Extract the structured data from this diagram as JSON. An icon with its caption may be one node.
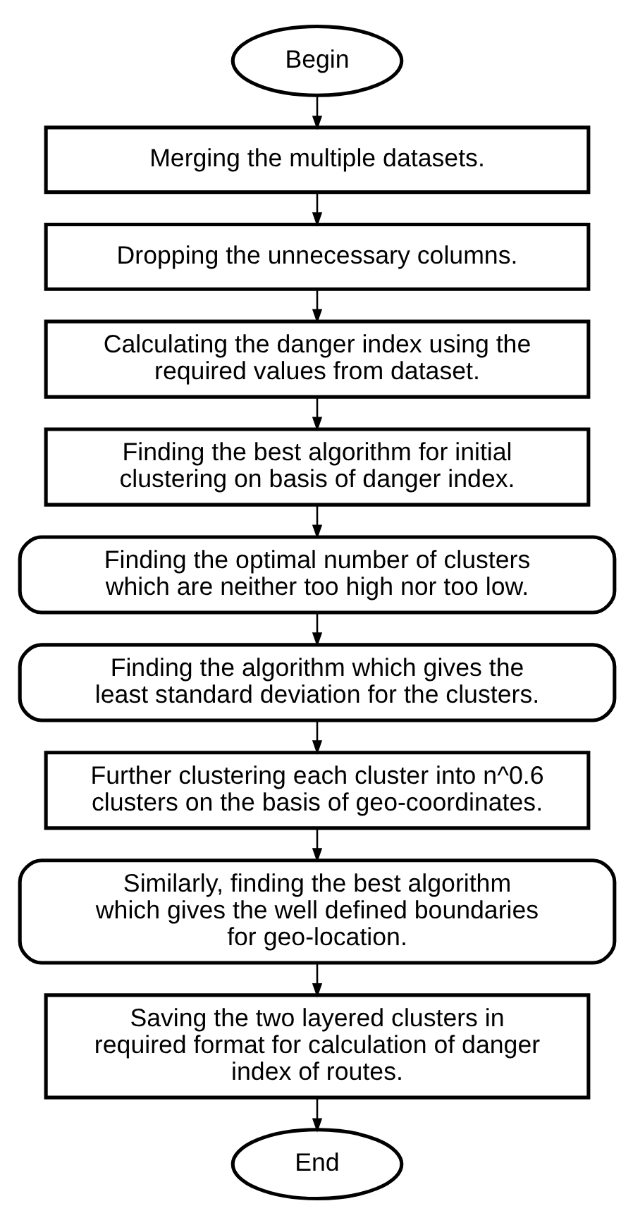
{
  "diagram": {
    "nodes": [
      {
        "text": [
          "Begin"
        ]
      },
      {
        "text": [
          "Merging the multiple datasets."
        ]
      },
      {
        "text": [
          "Dropping the unnecessary columns."
        ]
      },
      {
        "text": [
          "Calculating the danger index using the required values from dataset."
        ]
      },
      {
        "text": [
          "Finding the best algorithm for initial clustering on basis of danger index."
        ]
      },
      {
        "text": [
          "Finding the optimal number of clusters which are neither too high nor too low."
        ]
      },
      {
        "text": [
          "Finding the algorithm which gives the least standard deviation for the clusters."
        ]
      },
      {
        "text": [
          "Further clustering each cluster into n^0.6 clusters on the basis of geo-coordinates."
        ]
      },
      {
        "text": [
          "Similarly, finding the best algorithm which gives the well defined boundaries for geo-location."
        ]
      },
      {
        "text": [
          "Saving the two layered clusters in required format for calculation of danger index of routes."
        ]
      },
      {
        "text": [
          "End"
        ]
      }
    ],
    "edges": [
      {
        "from": 0,
        "to": 1,
        "arrow": "to"
      },
      {
        "from": 1,
        "to": 2,
        "arrow": "to"
      },
      {
        "from": 2,
        "to": 3,
        "arrow": "to"
      },
      {
        "from": 3,
        "to": 4,
        "arrow": "to"
      },
      {
        "from": 4,
        "to": 5,
        "arrow": "to"
      },
      {
        "from": 5,
        "to": 6,
        "arrow": "to"
      },
      {
        "from": 6,
        "to": 7,
        "arrow": "to"
      },
      {
        "from": 7,
        "to": 8,
        "arrow": "to"
      },
      {
        "from": 8,
        "to": 9,
        "arrow": "to"
      },
      {
        "from": 9,
        "to": 10,
        "arrow": "to"
      }
    ]
  }
}
